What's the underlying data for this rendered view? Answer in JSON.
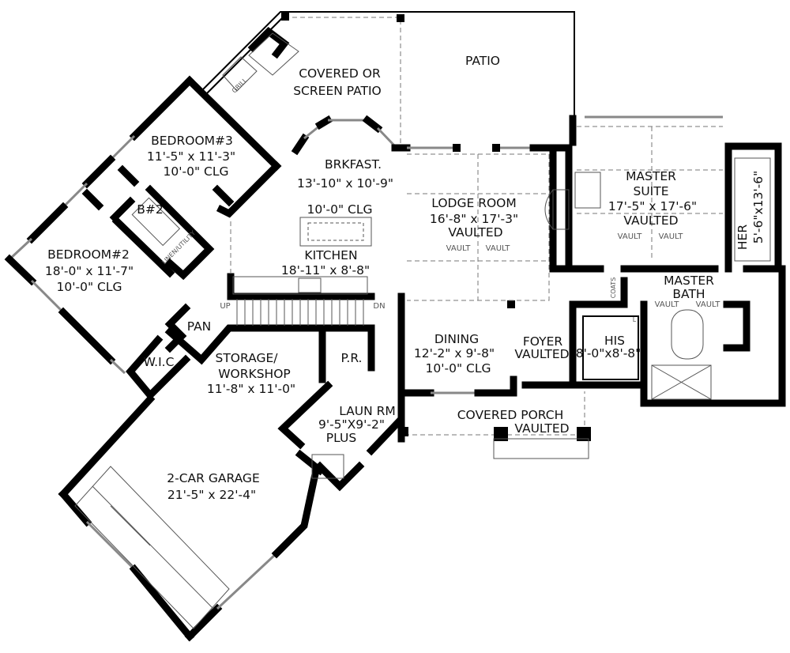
{
  "rooms": {
    "covered_patio": {
      "name_line1": "COVERED OR",
      "name_line2": "SCREEN PATIO"
    },
    "patio": {
      "name": "PATIO"
    },
    "bedroom3": {
      "name": "BEDROOM#3",
      "size": "11'-5\" x 11'-3\"",
      "ceiling": "10'-0\" CLG"
    },
    "brkfast": {
      "name": "BRKFAST.",
      "size": "13'-10\" x 10'-9\""
    },
    "kitchen": {
      "ceiling": "10'-0\" CLG",
      "name": "KITCHEN",
      "size": "18'-11\" x 8'-8\""
    },
    "bath2": {
      "name": "B#2"
    },
    "linen": {
      "name": "LINEN/UTILITY"
    },
    "bedroom2": {
      "name": "BEDROOM#2",
      "size": "18'-0\" x 11'-7\"",
      "ceiling": "10'-0\" CLG"
    },
    "pantry": {
      "name": "PAN"
    },
    "wic": {
      "name": "W.I.C"
    },
    "storage": {
      "name_line1": "STORAGE/",
      "name_line2": "WORKSHOP",
      "size": "11'-8\" x 11'-0\""
    },
    "powder": {
      "name": "P.R."
    },
    "laundry": {
      "name": "LAUN  RM",
      "size": "9'-5\"X9'-2\"",
      "note": "PLUS"
    },
    "garage": {
      "name": "2-CAR GARAGE",
      "size": "21'-5\" x 22'-4\""
    },
    "lodge": {
      "name": "LODGE  ROOM",
      "size": "16'-8\" x 17'-3\"",
      "ceiling": "VAULTED",
      "vault_left": "VAULT",
      "vault_right": "VAULT"
    },
    "dining": {
      "name": "DINING",
      "size": "12'-2\" x 9'-8\"",
      "ceiling": "10'-0\" CLG"
    },
    "foyer": {
      "name": "FOYER",
      "ceiling": "VAULTED"
    },
    "porch": {
      "name": "COVERED  PORCH",
      "ceiling": "VAULTED"
    },
    "master_suite": {
      "name_line1": "MASTER",
      "name_line2": "SUITE",
      "size": "17'-5\" x 17'-6\"",
      "ceiling": "VAULTED",
      "vault_left": "VAULT",
      "vault_right": "VAULT"
    },
    "her": {
      "name": "HER",
      "size": "5'-6\"x13'-6\""
    },
    "master_bath": {
      "name_line1": "MASTER",
      "name_line2": "BATH",
      "vault_left": "VAULT",
      "vault_right": "VAULT"
    },
    "his": {
      "name": "HIS",
      "size": "8'-0\"x8'-8\""
    },
    "coats": {
      "name": "COATS"
    }
  },
  "annotations": {
    "stair_up": "UP",
    "stair_down": "DN",
    "grill": "GRILL",
    "linen_closet": "L"
  }
}
